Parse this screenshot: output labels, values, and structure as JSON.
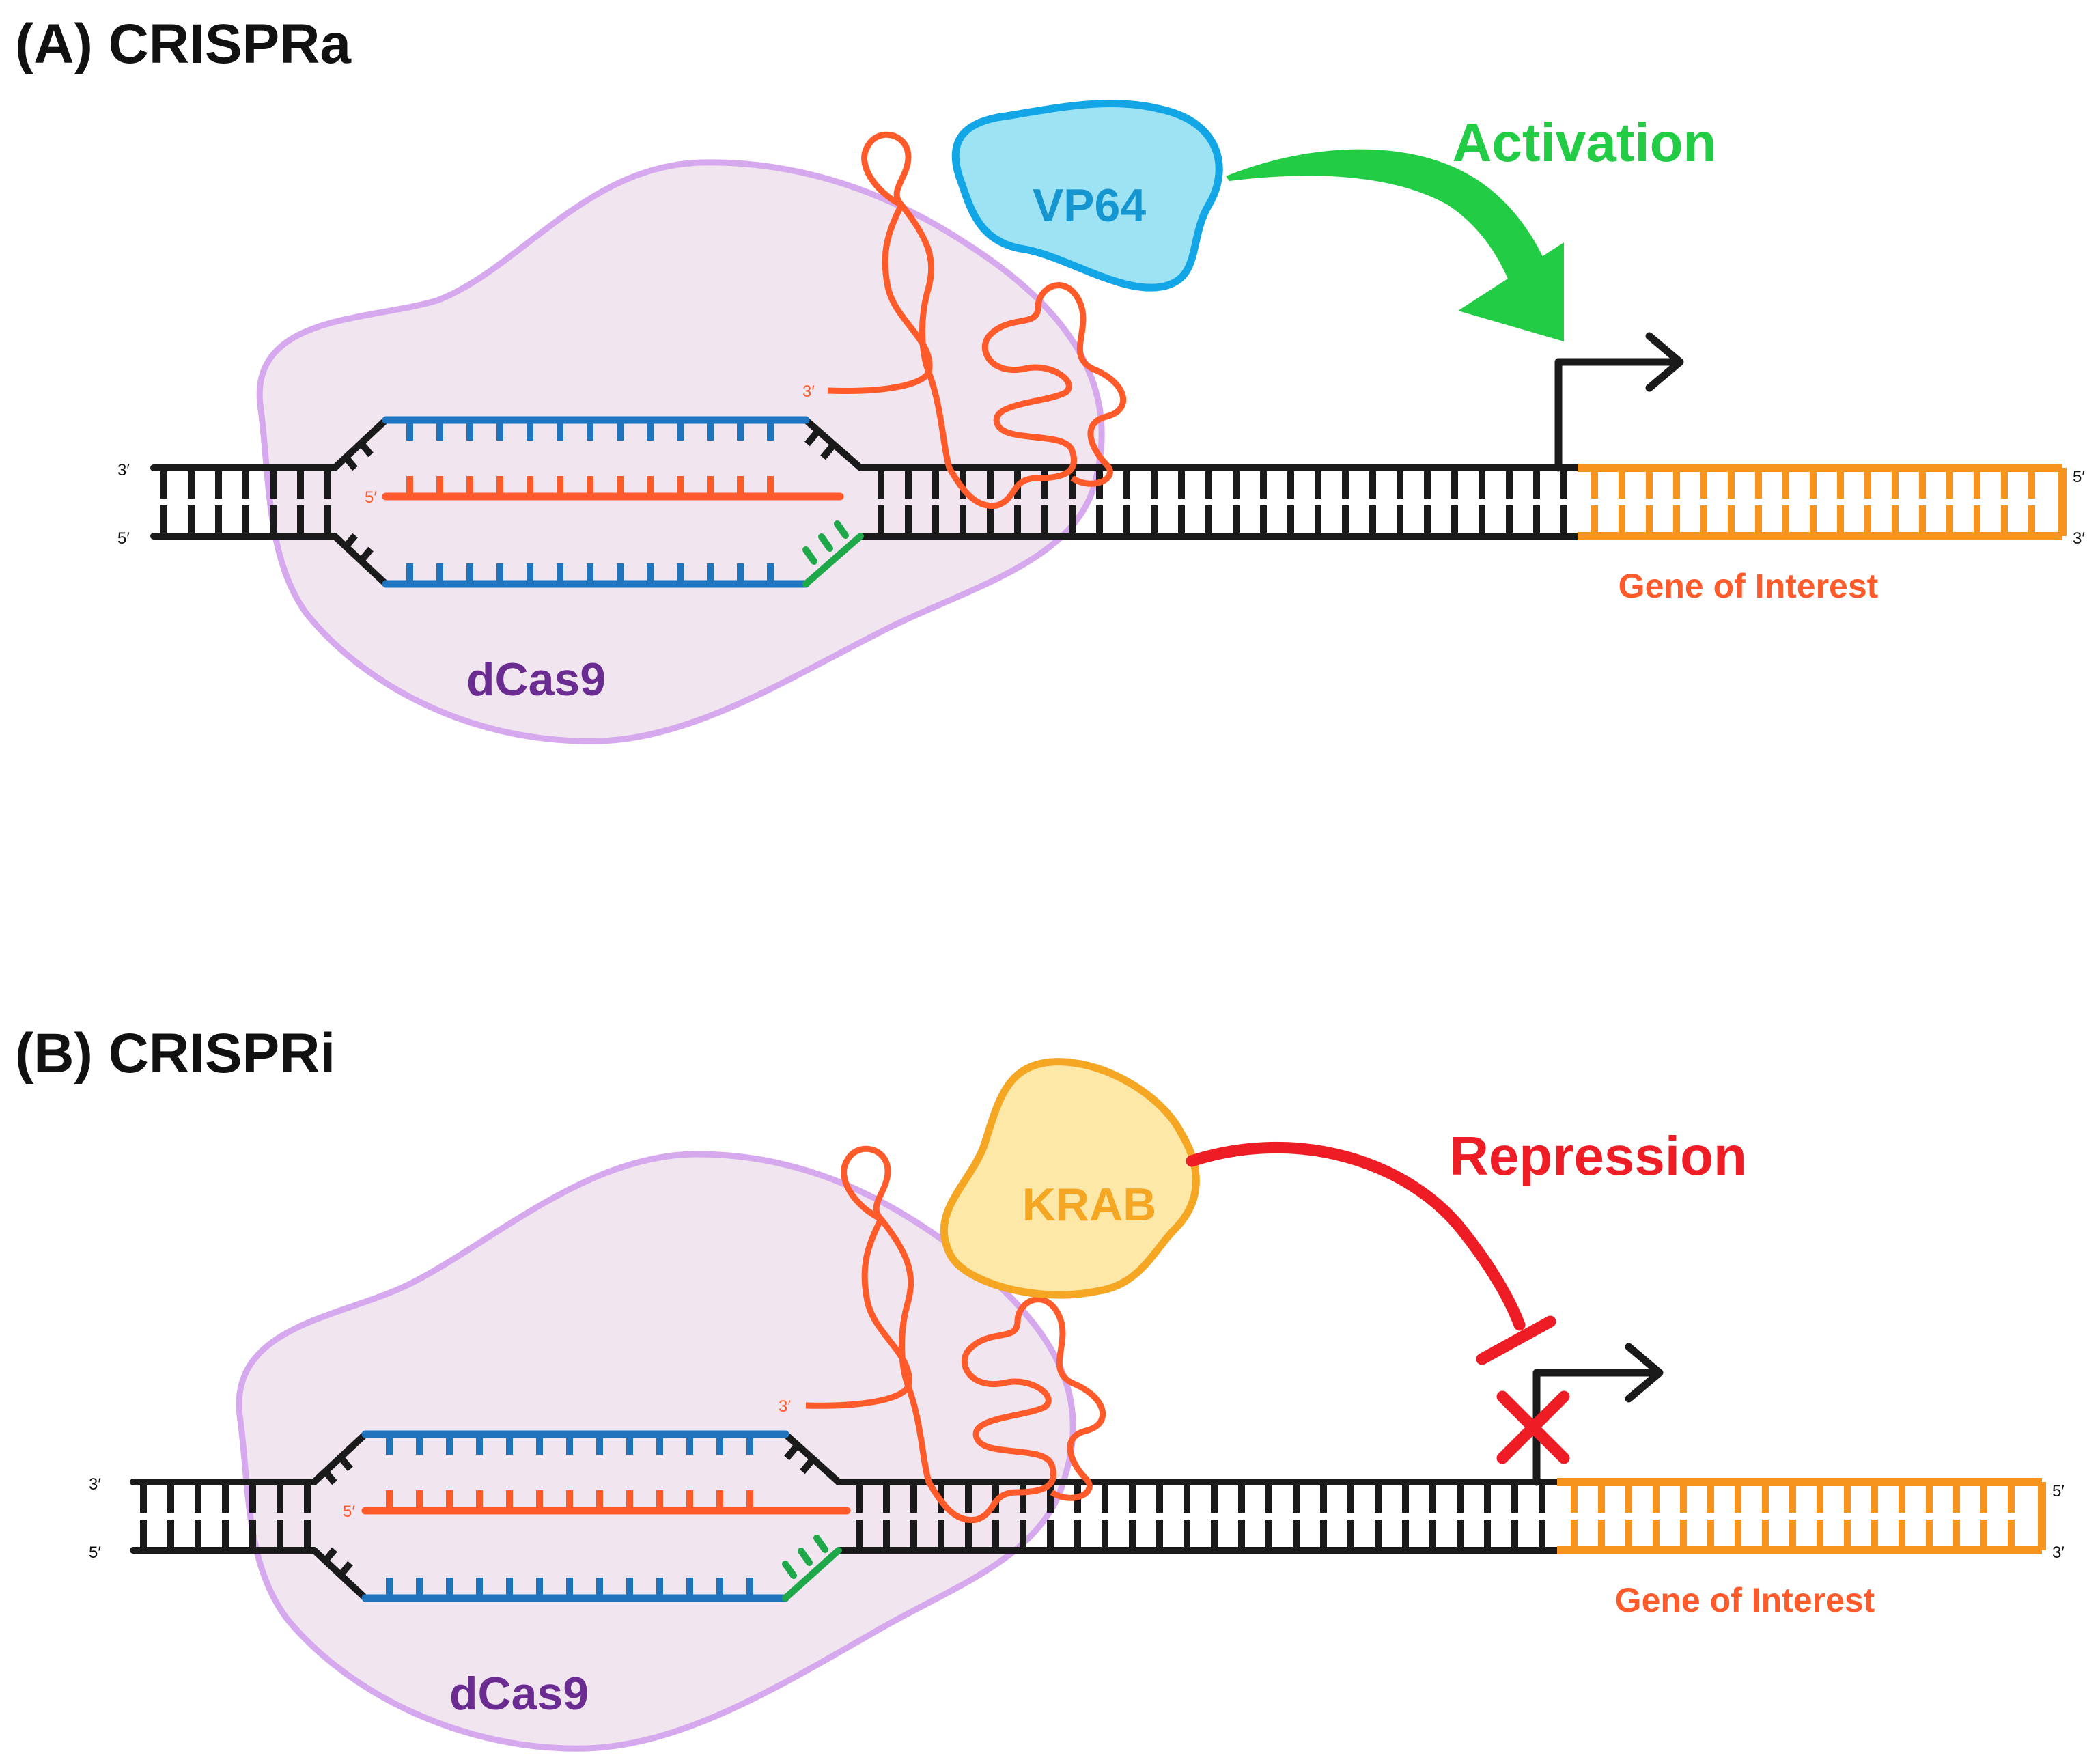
{
  "panels": [
    {
      "title": "(A) CRISPRa",
      "effector": "VP64",
      "effect": "Activation",
      "dcas9": "dCas9",
      "gene": "Gene of Interest",
      "ends": {
        "left_top": "3′",
        "left_bottom": "5′",
        "right_top": "5′",
        "right_bottom": "3′",
        "rna_5": "5′",
        "rna_3": "3′"
      }
    },
    {
      "title": "(B) CRISPRi",
      "effector": "KRAB",
      "effect": "Repression",
      "dcas9": "dCas9",
      "gene": "Gene of Interest",
      "ends": {
        "left_top": "3′",
        "left_bottom": "5′",
        "right_top": "5′",
        "right_bottom": "3′",
        "rna_5": "5′",
        "rna_3": "3′"
      }
    }
  ],
  "colors": {
    "dna": "#1a1a1a",
    "target_strand": "#1f74bd",
    "guide_rna": "#ff5a2a",
    "pam": "#1fa84a",
    "gene": "#f7941d",
    "dcas9_fill": "#f1e6f0",
    "dcas9_stroke": "#d6a8ee",
    "dcas9_text": "#6b2c91",
    "vp64_fill": "#9de3f4",
    "vp64_stroke": "#13a6e6",
    "vp64_text": "#1596d0",
    "krab_fill": "#fde8a8",
    "krab_stroke": "#f5a623",
    "krab_text": "#f5a623",
    "activation": "#22cc44",
    "repression": "#ee1c25",
    "gene_text": "#ff5a2a"
  },
  "icons": [
    "transcription-start-arrow-icon",
    "activation-arrow-icon",
    "repression-bar-icon",
    "block-x-icon"
  ]
}
